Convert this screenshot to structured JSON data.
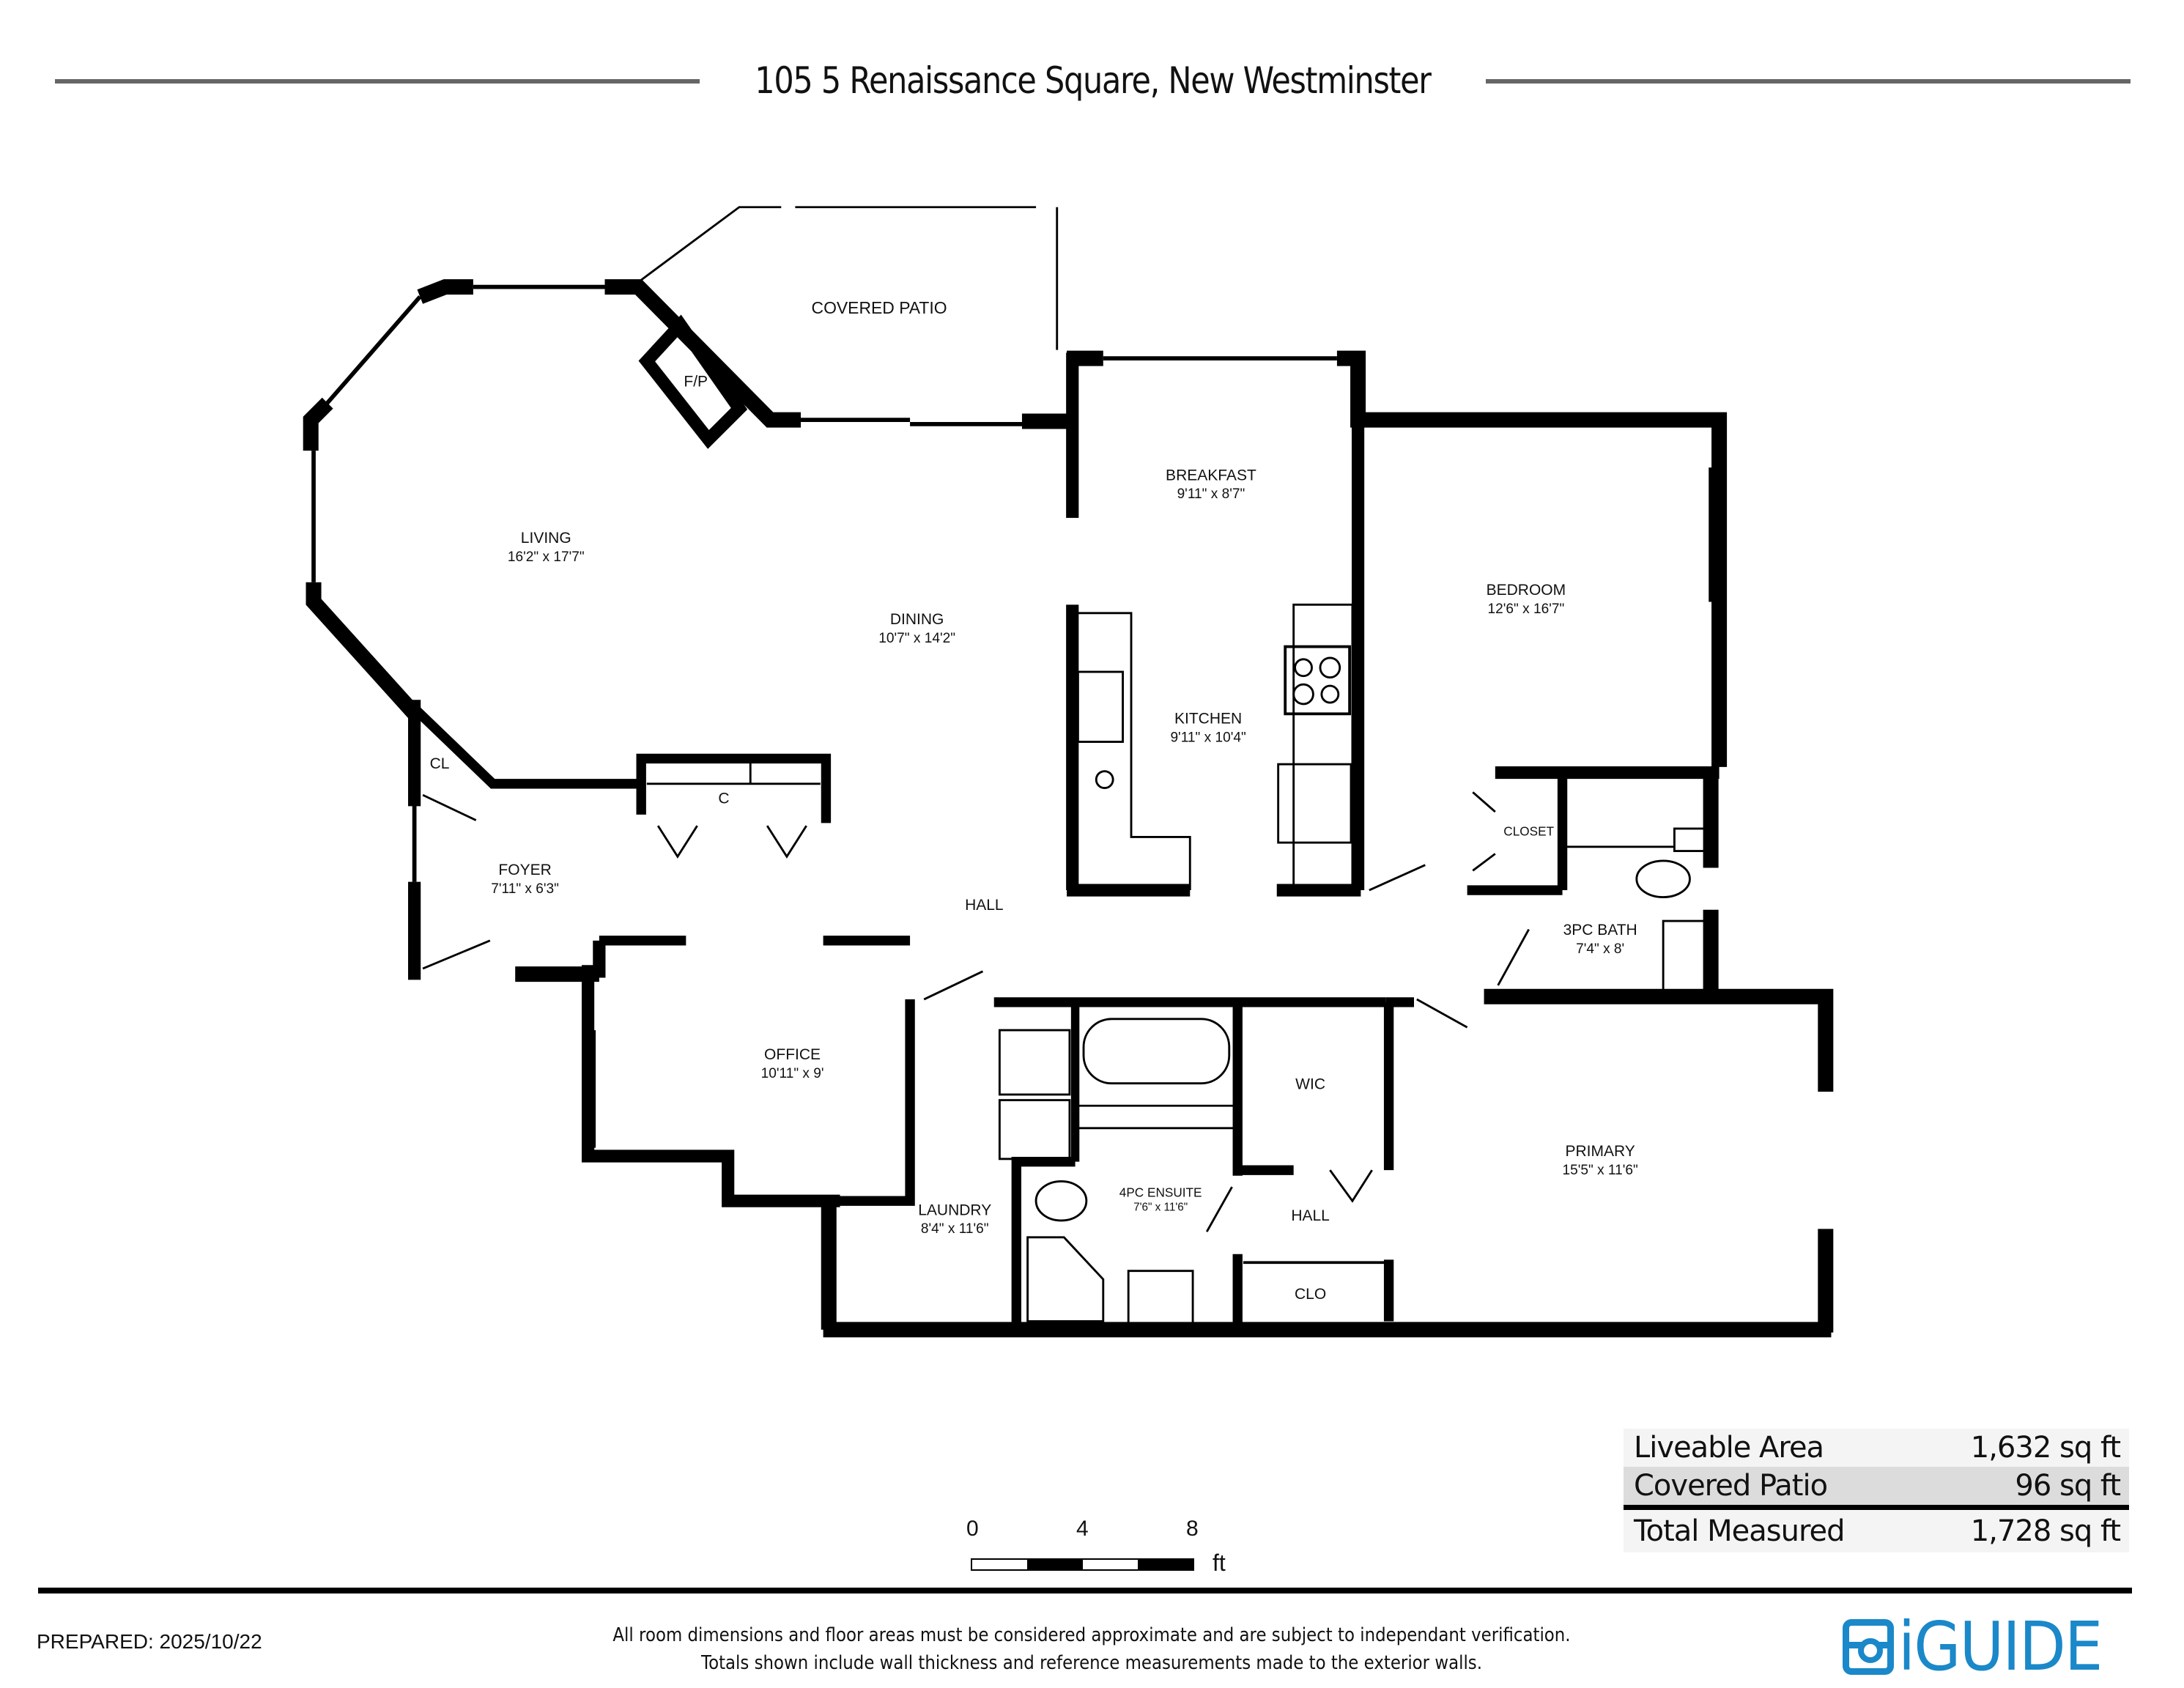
{
  "header": {
    "title": "105 5 Renaissance Square, New Westminster"
  },
  "rooms": {
    "covered_patio": {
      "name": "COVERED PATIO",
      "dims": ""
    },
    "fireplace": {
      "name": "F/P",
      "dims": ""
    },
    "living": {
      "name": "LIVING",
      "dims": "16'2\" x 17'7\""
    },
    "dining": {
      "name": "DINING",
      "dims": "10'7\" x 14'2\""
    },
    "breakfast": {
      "name": "BREAKFAST",
      "dims": "9'11\" x 8'7\""
    },
    "kitchen": {
      "name": "KITCHEN",
      "dims": "9'11\" x 10'4\""
    },
    "bedroom": {
      "name": "BEDROOM",
      "dims": "12'6\" x 16'7\""
    },
    "closet_cl": {
      "name": "CL",
      "dims": ""
    },
    "closet_c": {
      "name": "C",
      "dims": ""
    },
    "foyer": {
      "name": "FOYER",
      "dims": "7'11\" x 6'3\""
    },
    "hall_main": {
      "name": "HALL",
      "dims": ""
    },
    "closet_bedroom": {
      "name": "CLOSET",
      "dims": ""
    },
    "bath_3pc": {
      "name": "3PC BATH",
      "dims": "7'4\" x 8'"
    },
    "office": {
      "name": "OFFICE",
      "dims": "10'11\" x 9'"
    },
    "wic": {
      "name": "WIC",
      "dims": ""
    },
    "primary": {
      "name": "PRIMARY",
      "dims": "15'5\" x 11'6\""
    },
    "ensuite_4pc": {
      "name": "4PC ENSUITE",
      "dims": "7'6\" x 11'6\""
    },
    "laundry": {
      "name": "LAUNDRY",
      "dims": "8'4\" x 11'6\""
    },
    "hall_primary": {
      "name": "HALL",
      "dims": ""
    },
    "clo": {
      "name": "CLO",
      "dims": ""
    }
  },
  "areas": [
    {
      "label": "Liveable Area",
      "value": "1,632 sq ft"
    },
    {
      "label": "Covered Patio",
      "value": "96 sq ft"
    },
    {
      "label": "Total Measured",
      "value": "1,728 sq ft"
    }
  ],
  "scale": {
    "ticks": [
      "0",
      "4",
      "8"
    ],
    "unit": "ft"
  },
  "footer": {
    "prepared": "PREPARED: 2025/10/22",
    "disclaimer_line1": "All room dimensions and floor areas must be considered approximate and are subject to independant verification.",
    "disclaimer_line2": "Totals shown include wall thickness and reference measurements made to the exterior walls.",
    "logo_text": "iGUIDE"
  },
  "colors": {
    "wall": "#000000",
    "logo_blue": "#1a88c9",
    "title_rule": "#666666"
  }
}
